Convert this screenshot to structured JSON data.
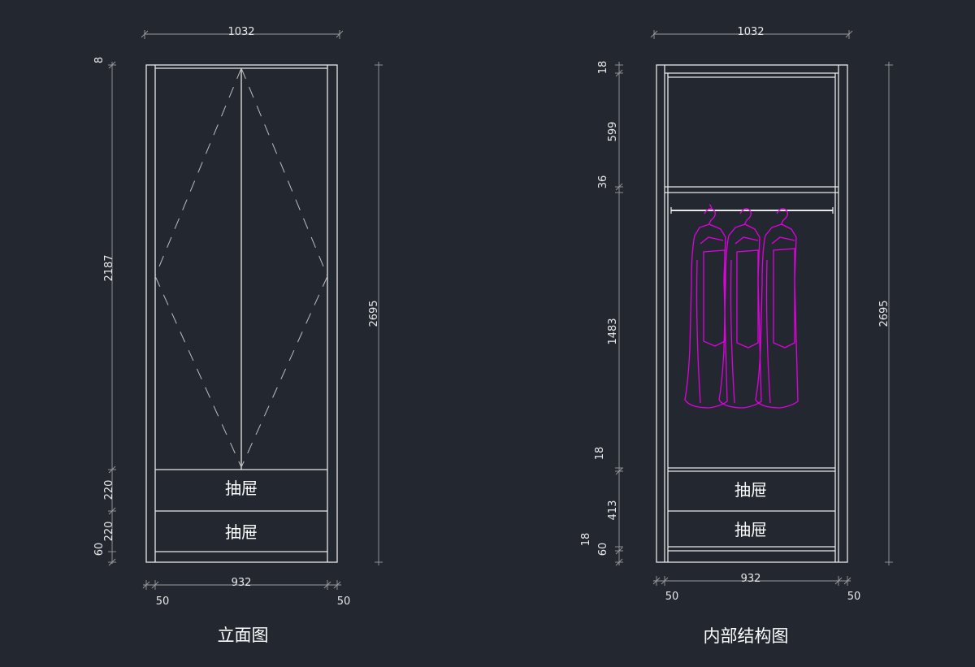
{
  "elevation": {
    "title": "立面图",
    "top_width": "1032",
    "bottom_width": "932",
    "side_left": "50",
    "side_right": "50",
    "overall_height": "2695",
    "left_dims": [
      "8",
      "2187",
      "220",
      "220",
      "60"
    ],
    "drawer_labels": [
      "抽屉",
      "抽屉"
    ]
  },
  "internal": {
    "title": "内部结构图",
    "top_width": "1032",
    "bottom_width": "932",
    "side_left": "50",
    "side_right": "50",
    "overall_height": "2695",
    "left_dims": [
      "18",
      "599",
      "36",
      "1483",
      "18",
      "413",
      "60",
      "18"
    ],
    "drawer_labels": [
      "抽屉",
      "抽屉"
    ]
  },
  "colors": {
    "background": "#232830",
    "lines": "#e8e8e8",
    "hanging_clothes": "#e000e0"
  }
}
